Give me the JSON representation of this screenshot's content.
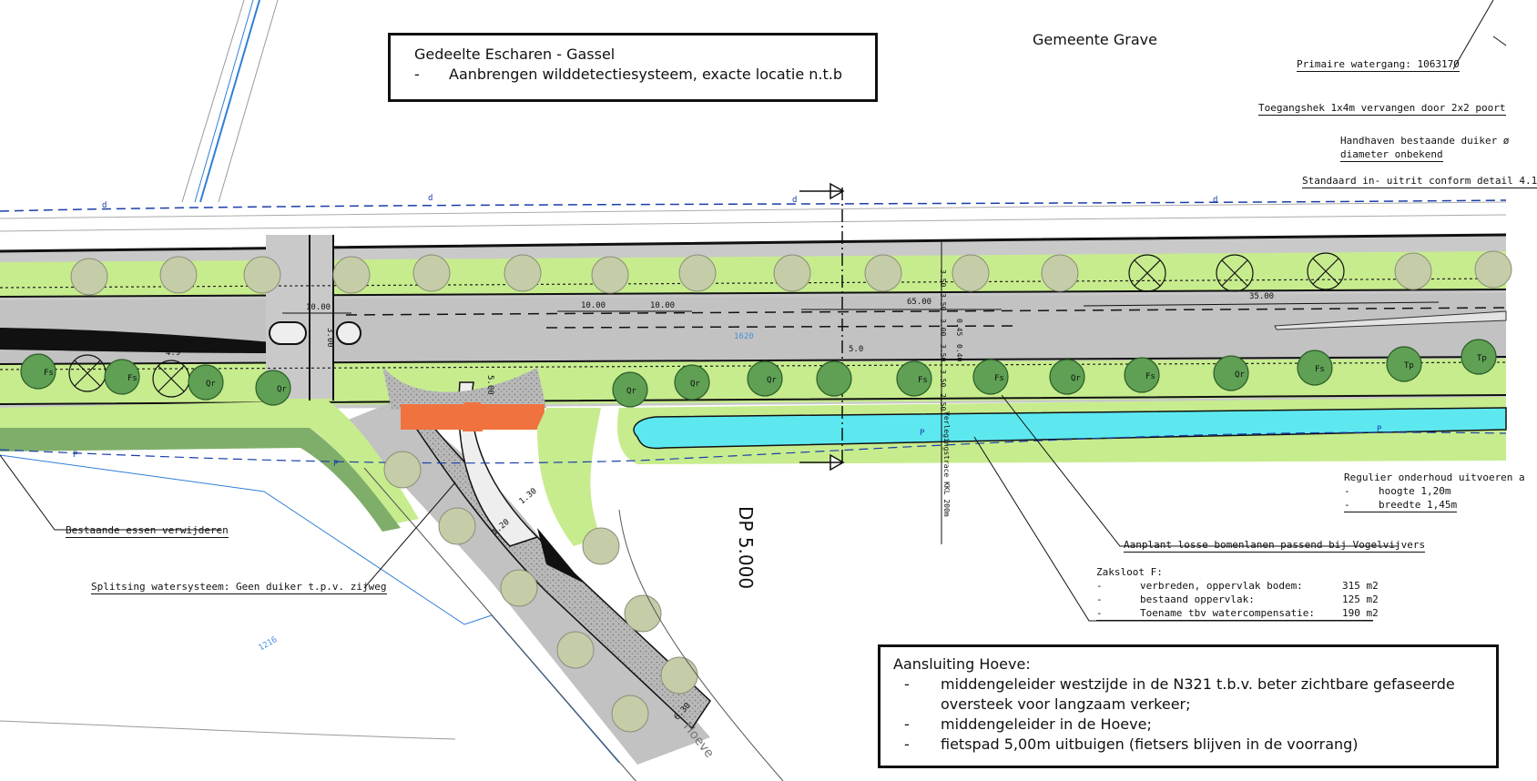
{
  "municipality": "Gemeente Grave",
  "section_box": {
    "title": "Gedeelte Escharen - Gassel",
    "item_dash": "-",
    "item": "Aanbrengen wilddetectiesysteem, exacte locatie n.t.b"
  },
  "connection_box": {
    "title": "Aansluiting Hoeve:",
    "dash": "-",
    "items": [
      "middengeleider westzijde in de N321 t.b.v. beter zichtbare gefaseerde",
      "oversteek voor langzaam verkeer;",
      "middengeleider in de Hoeve;",
      "fietspad 5,00m uitbuigen (fietsers blijven in de voorrang)"
    ]
  },
  "annotations": {
    "watercourse": "Primaire watergang: 1063170",
    "gate": "Toegangshek 1x4m vervangen door 2x2 poort",
    "culvert_1": "Handhaven bestaande duiker ø",
    "culvert_2": "diameter onbekend",
    "exit": "Standaard in- uitrit conform detail 4.1",
    "maintenance_title": "Regulier onderhoud uitvoeren a",
    "maintenance_items": [
      {
        "dash": "-",
        "text": "hoogte 1,20m"
      },
      {
        "dash": "-",
        "text": "breedte 1,45m"
      }
    ],
    "trees": "Aanplant losse bomenlanen passend bij Vogelvijvers",
    "remove_ash": "Bestaande essen verwijderen",
    "split_water": "Splitsing watersysteem: Geen duiker t.p.v. zijweg",
    "ditch_title": "Zaksloot F:",
    "ditch_rows": [
      {
        "dash": "-",
        "label": "verbreden, oppervlak bodem:",
        "value": "315 m2"
      },
      {
        "dash": "-",
        "label": "bestaand oppervlak:",
        "value": "125 m2"
      },
      {
        "dash": "-",
        "label": "Toename tbv watercompensatie:",
        "value": "190 m2"
      }
    ],
    "dp": "DP 5.000",
    "hoeve": "Hoeve",
    "sight_line": "Verlegingstrace KKL 200m"
  },
  "dimensions": {
    "d1": "10.00",
    "d2": "3.00",
    "d3": "10.00",
    "d4": "10.00",
    "d5": "65.00",
    "d6": "35.00",
    "d7": "5.00",
    "d8": "6.30",
    "d9": "1.30",
    "d10": "1.20",
    "w1": "3.50",
    "w2": "3.50",
    "w3": "3.00",
    "w4": "0.45",
    "w5": "3.50",
    "w6": "0.40",
    "w7": "3.50",
    "w8": "2.50",
    "ref1": "4.9",
    "ref2": "5.0"
  },
  "parcel_numbers": {
    "p1": "1620",
    "p2": "1216"
  },
  "tree_codes": {
    "fs": "Fs",
    "qr": "Qr",
    "tp": "Tp"
  },
  "utility_letters": {
    "d": "d",
    "p": "P"
  }
}
